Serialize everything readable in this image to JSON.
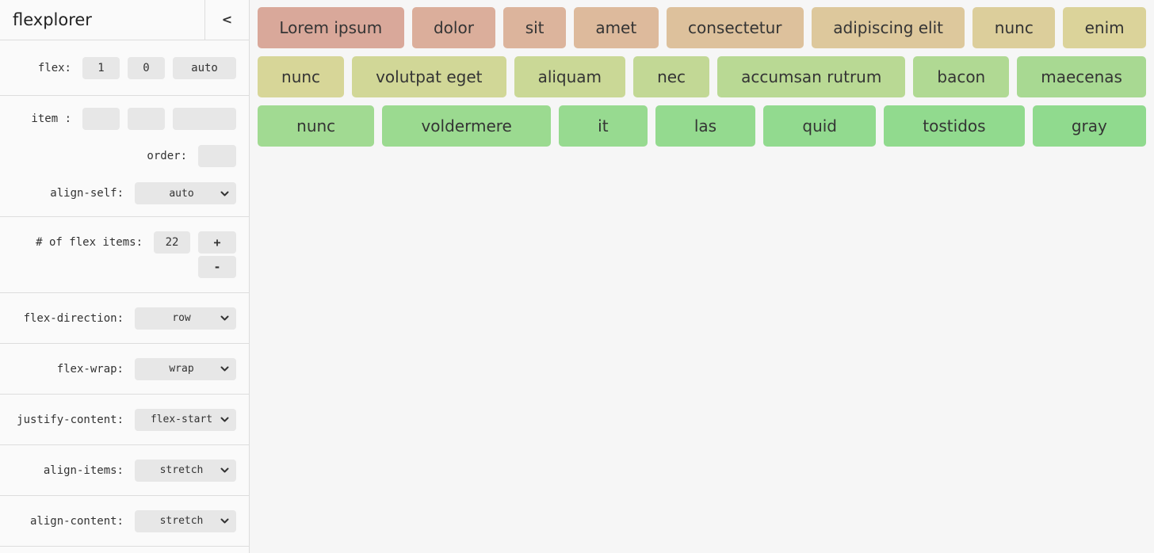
{
  "app": {
    "title": "flexplorer",
    "collapse_icon": "<"
  },
  "colors": {
    "divider": "#dddddd",
    "control_bg": "#e7e7e7",
    "sidebar_bg": "#fafafa",
    "canvas_bg": "#f6f6f6",
    "label_text": "#333333",
    "item_text": "#343434"
  },
  "sidebar": {
    "flex": {
      "label": "flex:",
      "grow": "1",
      "shrink": "0",
      "basis": "auto"
    },
    "item": {
      "label": "item :",
      "grow": "",
      "shrink": "",
      "basis": ""
    },
    "order": {
      "label": "order:",
      "value": ""
    },
    "align_self": {
      "label": "align-self:",
      "value": "auto"
    },
    "count": {
      "label": "# of flex items:",
      "value": "22",
      "increment_label": "+",
      "decrement_label": "-"
    },
    "flex_direction": {
      "label": "flex-direction:",
      "value": "row"
    },
    "flex_wrap": {
      "label": "flex-wrap:",
      "value": "wrap"
    },
    "justify_content": {
      "label": "justify-content:",
      "value": "flex-start"
    },
    "align_items": {
      "label": "align-items:",
      "value": "stretch"
    },
    "align_content": {
      "label": "align-content:",
      "value": "stretch"
    }
  },
  "canvas": {
    "rows": [
      {
        "items": [
          {
            "label": "Lorem ipsum",
            "color": "#d9a89a"
          },
          {
            "label": "dolor",
            "color": "#dbae9b"
          },
          {
            "label": "sit",
            "color": "#dcb49c"
          },
          {
            "label": "amet",
            "color": "#ddba9c"
          },
          {
            "label": "consectetur",
            "color": "#ddc19c"
          },
          {
            "label": "adipiscing elit",
            "color": "#ddc89c"
          },
          {
            "label": "nunc",
            "color": "#dcce9b"
          },
          {
            "label": "enim",
            "color": "#dbd39a"
          }
        ]
      },
      {
        "items": [
          {
            "label": "nunc",
            "color": "#d7d698"
          },
          {
            "label": "volutpat eget",
            "color": "#d1d797"
          },
          {
            "label": "aliquam",
            "color": "#cad896"
          },
          {
            "label": "nec",
            "color": "#c2d895"
          },
          {
            "label": "accumsan rutrum",
            "color": "#b9d994"
          },
          {
            "label": "bacon",
            "color": "#b0d993"
          },
          {
            "label": "maecenas",
            "color": "#a8d992"
          }
        ]
      },
      {
        "items": [
          {
            "label": "nunc",
            "color": "#a1da92"
          },
          {
            "label": "voldermere",
            "color": "#9bda90"
          },
          {
            "label": "it",
            "color": "#97da90"
          },
          {
            "label": "las",
            "color": "#94da8f"
          },
          {
            "label": "quid",
            "color": "#92da8f"
          },
          {
            "label": "tostidos",
            "color": "#91da8e"
          },
          {
            "label": "gray",
            "color": "#90da8e"
          }
        ]
      }
    ]
  }
}
